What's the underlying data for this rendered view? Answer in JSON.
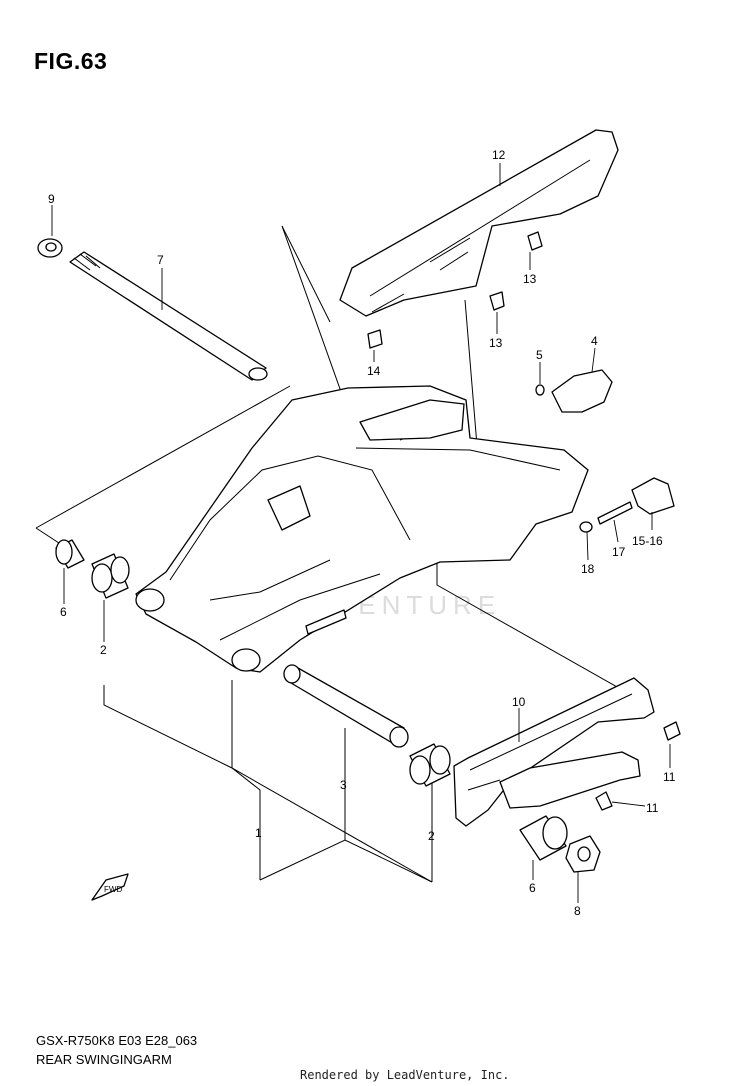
{
  "figure": {
    "title": "FIG.63",
    "code": "GSX-R750K8 E03 E28_063",
    "name": "REAR SWINGINGARM",
    "rendered_by": "Rendered by LeadVenture, Inc.",
    "watermark": "LEADVENTURE",
    "fwd_label": "FWD"
  },
  "callouts": [
    {
      "id": "c-1",
      "label": "1"
    },
    {
      "id": "c-2a",
      "label": "2"
    },
    {
      "id": "c-2b",
      "label": "2"
    },
    {
      "id": "c-3",
      "label": "3"
    },
    {
      "id": "c-4",
      "label": "4"
    },
    {
      "id": "c-5",
      "label": "5"
    },
    {
      "id": "c-6a",
      "label": "6"
    },
    {
      "id": "c-6b",
      "label": "6"
    },
    {
      "id": "c-7",
      "label": "7"
    },
    {
      "id": "c-8",
      "label": "8"
    },
    {
      "id": "c-9",
      "label": "9"
    },
    {
      "id": "c-10",
      "label": "10"
    },
    {
      "id": "c-11a",
      "label": "11"
    },
    {
      "id": "c-11b",
      "label": "11"
    },
    {
      "id": "c-12",
      "label": "12"
    },
    {
      "id": "c-13a",
      "label": "13"
    },
    {
      "id": "c-13b",
      "label": "13"
    },
    {
      "id": "c-14",
      "label": "14"
    },
    {
      "id": "c-15",
      "label": "15-16"
    },
    {
      "id": "c-17",
      "label": "17"
    },
    {
      "id": "c-18",
      "label": "18"
    }
  ]
}
